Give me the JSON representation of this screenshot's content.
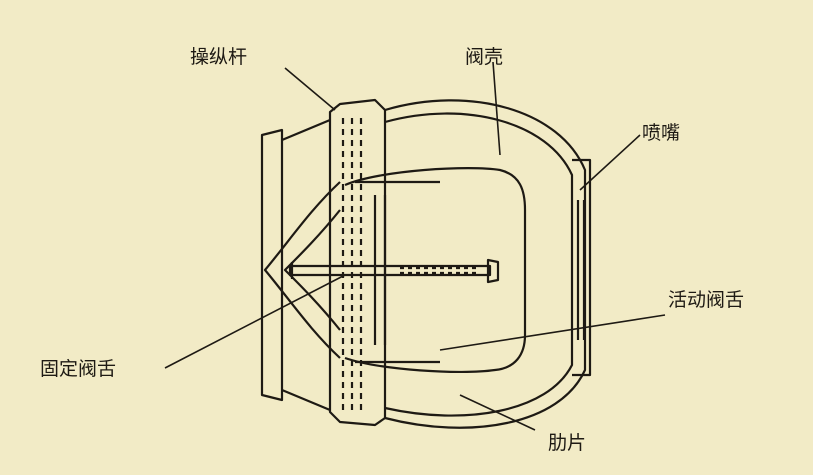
{
  "diagram": {
    "labels": {
      "lever": "操纵杆",
      "valve_housing": "阀壳",
      "nozzle": "喷嘴",
      "movable_tongue": "活动阀舌",
      "fixed_tongue": "固定阀舌",
      "rib": "肋片"
    },
    "colors": {
      "background": "#f2ebc6",
      "ink": "#1e1a14"
    }
  }
}
